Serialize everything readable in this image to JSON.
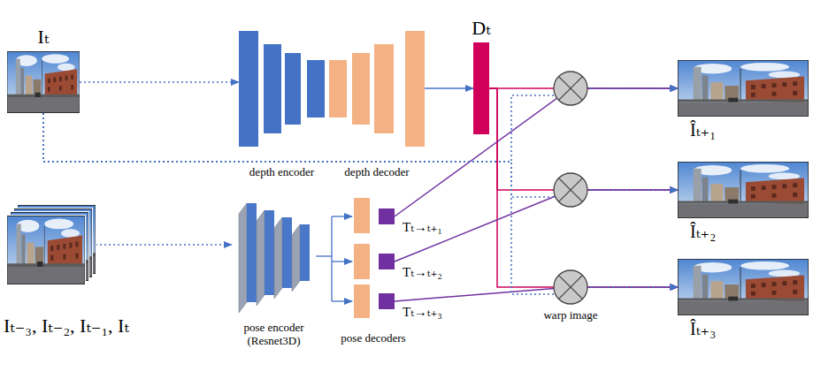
{
  "diagram": {
    "nodes": [
      {
        "text": [
          "Iₜ"
        ]
      },
      {
        "text": [
          "depth encoder"
        ]
      },
      {
        "text": [
          "depth decoder"
        ]
      },
      {
        "text": [
          "Dₜ"
        ]
      },
      {
        "text": [
          "Iₜ₋₃, Iₜ₋₂, Iₜ₋₁, Iₜ"
        ]
      },
      {
        "text": [
          "pose encoder (Resnet3D)"
        ]
      },
      {
        "text": [
          "pose decoders"
        ]
      },
      {
        "text": [
          "Îₜ₊₁"
        ]
      },
      {
        "text": [
          "Îₜ₊₂"
        ]
      },
      {
        "text": [
          "Îₜ₊₃"
        ]
      }
    ],
    "edges": [
      {
        "from": 0,
        "to": 1,
        "arrow": "to"
      },
      {
        "from": 2,
        "to": 3,
        "arrow": "to"
      },
      {
        "from": 4,
        "to": 5,
        "arrow": "to"
      },
      {
        "from": 5,
        "to": 6,
        "arrow": "to"
      },
      {
        "from": 3,
        "to": 7,
        "arrow": "to"
      },
      {
        "from": 3,
        "to": 8,
        "arrow": "to"
      },
      {
        "from": 3,
        "to": 9,
        "arrow": "to"
      },
      {
        "from": 6,
        "to": 7,
        "label": "Tₜ→ₜ₊₁",
        "arrow": "to"
      },
      {
        "from": 6,
        "to": 8,
        "label": "Tₜ→ₜ₊₂",
        "arrow": "to"
      },
      {
        "from": 6,
        "to": 9,
        "label": "Tₜ→ₜ₊₃",
        "arrow": "to"
      },
      {
        "from": 0,
        "to": 7,
        "arrow": "to"
      },
      {
        "from": 0,
        "to": 8,
        "arrow": "to"
      },
      {
        "from": 0,
        "to": 9,
        "arrow": "to"
      }
    ],
    "labels": [
      "warp image"
    ]
  }
}
